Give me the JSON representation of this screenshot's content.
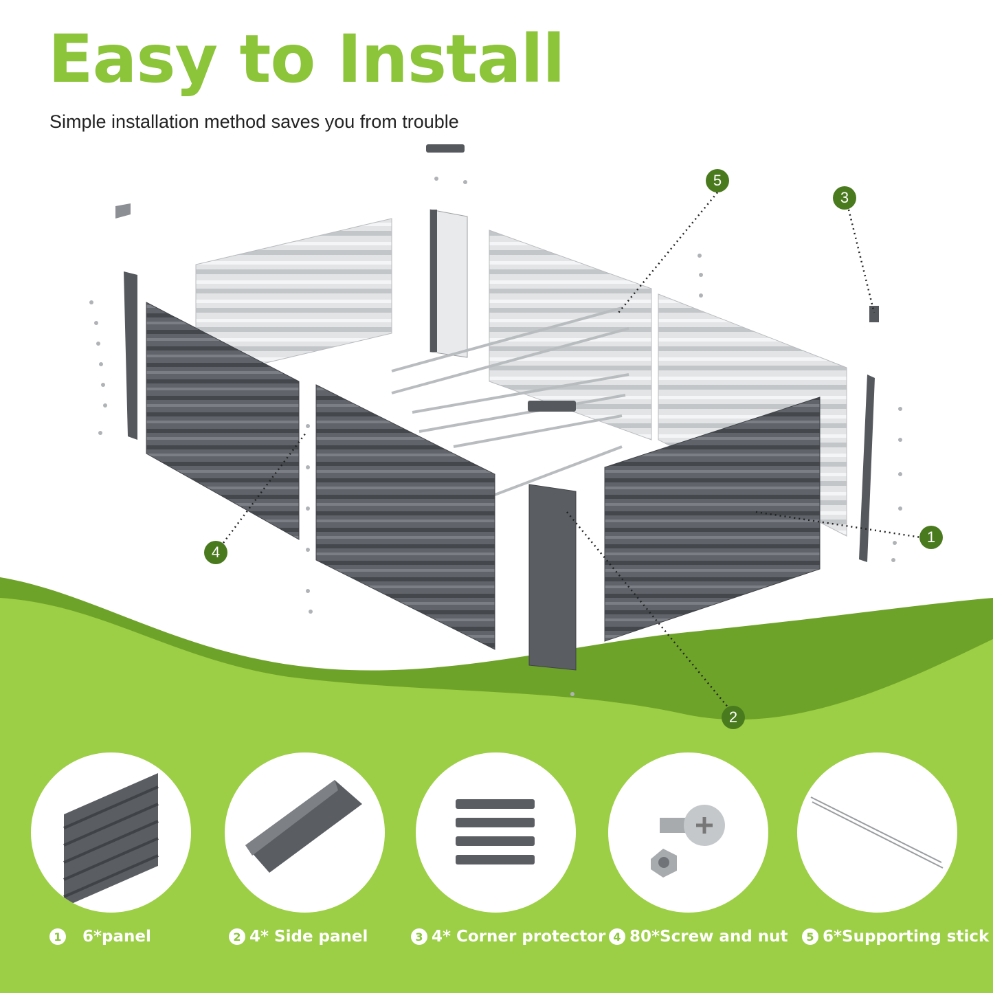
{
  "header": {
    "title": "Easy to Install",
    "subtitle": "Simple installation method saves you from trouble"
  },
  "callouts": [
    "1",
    "2",
    "3",
    "4",
    "5"
  ],
  "parts": [
    {
      "num": "1",
      "label": "6*panel"
    },
    {
      "num": "2",
      "label": "4* Side panel"
    },
    {
      "num": "3",
      "label": "4* Corner protector"
    },
    {
      "num": "4",
      "label": "80*Screw and nut"
    },
    {
      "num": "5",
      "label": "6*Supporting stick"
    }
  ],
  "colors": {
    "accent_green": "#8cc43a",
    "dark_green": "#4a7a1e",
    "panel_dark": "#5a5d62",
    "panel_light": "#d6d8da"
  }
}
